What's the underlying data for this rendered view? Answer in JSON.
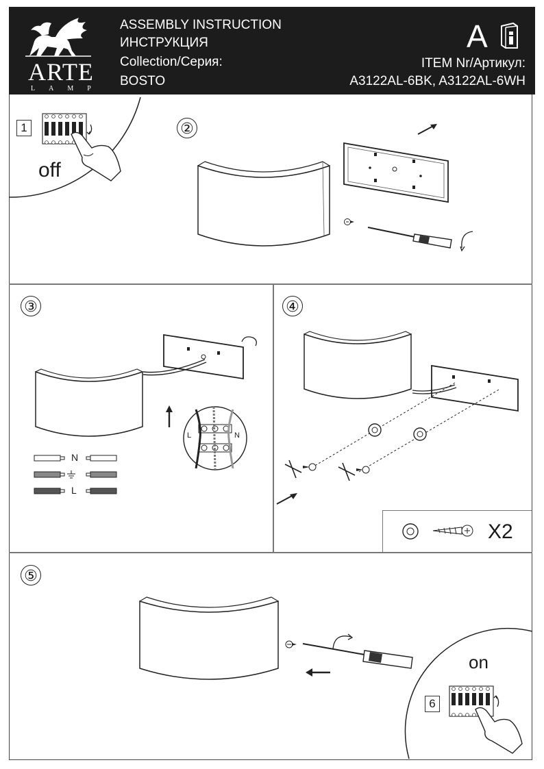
{
  "header": {
    "logo_name": "ARTE",
    "logo_sub": "LAMP",
    "title_en": "ASSEMBLY INSTRUCTION",
    "title_ru": "ИНСТРУКЦИЯ",
    "collection_label": "Collection/Серия:",
    "collection_value": "BOSTO",
    "class_letter": "A",
    "item_label": "ITEM Nr/Артикул:",
    "item_value": "A3122AL-6BK, A3122AL-6WH"
  },
  "steps": {
    "s1": {
      "number": "1",
      "label": "off"
    },
    "s2": {
      "number": "②"
    },
    "s3": {
      "number": "③",
      "wire_n": "N",
      "wire_l": "L",
      "terminal_l": "L",
      "terminal_n": "N"
    },
    "s4": {
      "number": "④",
      "kit_quantity": "X2"
    },
    "s5": {
      "number": "⑤"
    },
    "s6": {
      "number": "6",
      "label": "on"
    }
  }
}
